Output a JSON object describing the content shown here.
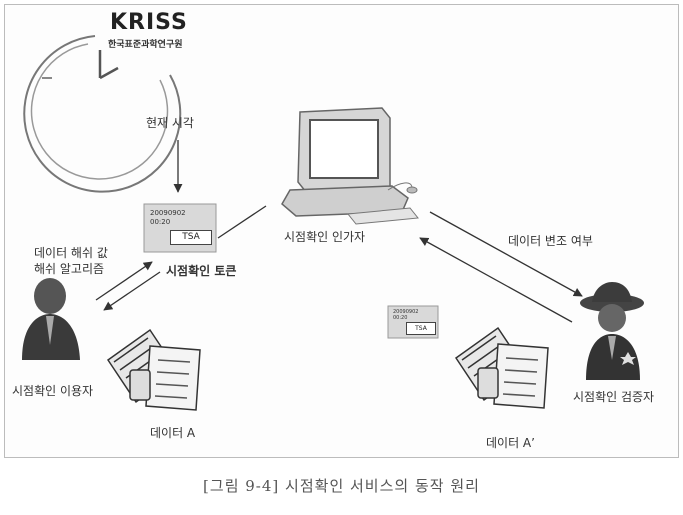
{
  "logo": {
    "brand": "KRISS",
    "org": "한국표준과학연구원"
  },
  "labels": {
    "current_time": "현재 시각",
    "tsa_server": "시점확인 인가자",
    "hash_value": "데이터 해쉬 값",
    "hash_algorithm": "해쉬  알고리즘",
    "token": "시점확인 토큰",
    "forgery_check": "데이터 변조 여부",
    "user": "시점확인 이용자",
    "verifier": "시점확인 검증자",
    "data_a": "데이터 A",
    "data_a_prime": "데이터 A’"
  },
  "token": {
    "date": "20090902",
    "time": "00:20",
    "box": "TSA"
  },
  "token_small": {
    "date": "20090902",
    "time": "00:20",
    "box": "TSA"
  },
  "caption": "[그림 9-4] 시점확인 서비스의 동작 원리",
  "colors": {
    "stroke": "#555555",
    "figure": "#3a3a3a",
    "panel": "#d9d9d9"
  }
}
